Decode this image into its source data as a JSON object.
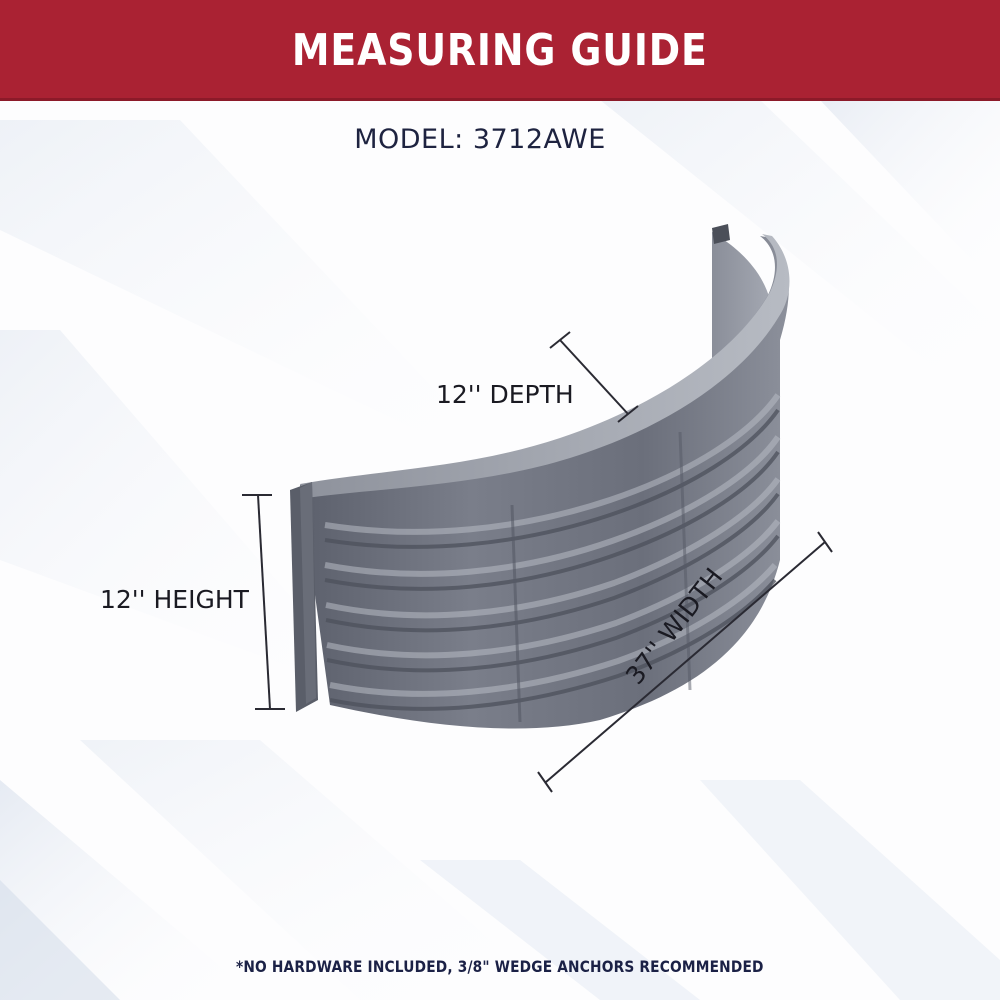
{
  "header": {
    "title": "MEASURING GUIDE",
    "background_color": "#aa2233"
  },
  "model": {
    "label": "MODEL: 3712AWE"
  },
  "product": {
    "name": "corrugated window well",
    "color": "#6f7482"
  },
  "dimensions": {
    "depth": {
      "label": "12'' DEPTH",
      "value": 12,
      "unit": "in"
    },
    "height": {
      "label": "12'' HEIGHT",
      "value": 12,
      "unit": "in"
    },
    "width": {
      "label": "37'' WIDTH",
      "value": 37,
      "unit": "in"
    }
  },
  "footnote": {
    "text": "*NO HARDWARE INCLUDED, 3/8\" WEDGE ANCHORS RECOMMENDED"
  },
  "colors": {
    "header_red": "#aa2233",
    "text_navy": "#1e2340",
    "dimension_line": "#2a2a33"
  }
}
